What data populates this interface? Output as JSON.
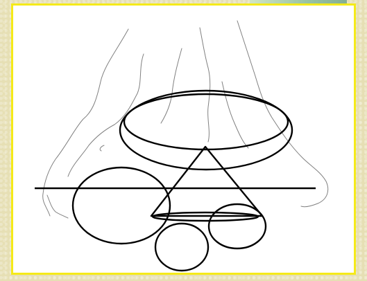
{
  "canvas": {
    "background_color": "#e6dfb4",
    "frame_border_color": "#f5ea18",
    "frame_fill_color": "#ffffff",
    "stroke_color": "#000000"
  },
  "shapes": [
    {
      "kind": "ellipse",
      "name": "top-ellipse-outer"
    },
    {
      "kind": "ellipse",
      "name": "top-ellipse-inner"
    },
    {
      "kind": "triangle",
      "name": "center-triangle"
    },
    {
      "kind": "line",
      "name": "horizontal-line"
    },
    {
      "kind": "ellipse",
      "name": "left-large-circle"
    },
    {
      "kind": "ellipse",
      "name": "bottom-small-circle"
    },
    {
      "kind": "ellipse",
      "name": "right-small-circle"
    }
  ]
}
